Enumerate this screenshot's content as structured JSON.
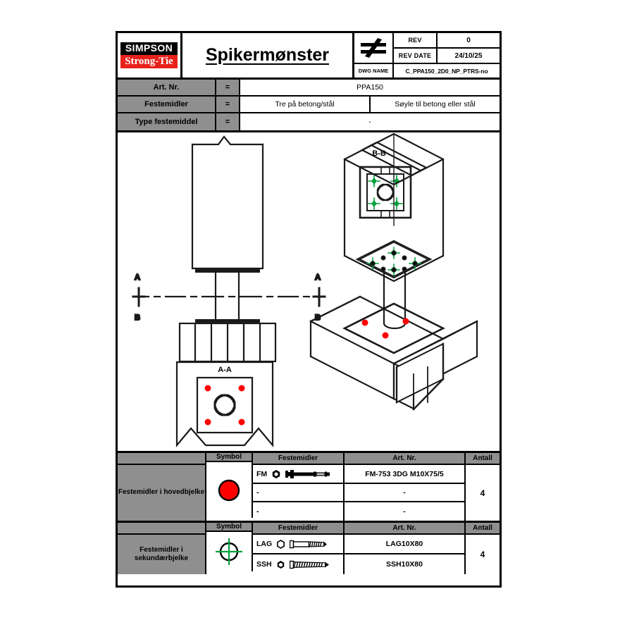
{
  "titleblock": {
    "logo_top": "SIMPSON",
    "logo_bottom": "Strong-Tie",
    "title": "Spikermønster",
    "symbol_icon": "not-equal-icon",
    "rev_label": "REV",
    "rev_value": "0",
    "rev_date_label": "REV DATE",
    "rev_date_value": "24/10/25",
    "dwg_name_label": "DWG NAME",
    "dwg_name_value": "C_PPA150_2D0_NP_PTRS-no"
  },
  "spec": {
    "equals": "=",
    "rows": [
      {
        "key": "Art. Nr.",
        "values": [
          "PPA150"
        ]
      },
      {
        "key": "Festemidler",
        "values": [
          "Tre på betong/stål",
          "Søyle til betong eller stål"
        ]
      },
      {
        "key": "Type festemiddel",
        "values": [
          "-"
        ]
      }
    ]
  },
  "drawing": {
    "view_bb_label": "B-B",
    "view_aa_label": "A-A",
    "section_a_left": "A",
    "section_a_right": "A",
    "section_b_left": "B",
    "section_b_right": "B",
    "colors": {
      "primary_fastener": "#ff0000",
      "secondary_fastener": "#00a03c",
      "line": "#1a1a1a"
    }
  },
  "tables": [
    {
      "desc": "Festemidler i hovedbjelke",
      "symbol": "red-filled-circle-icon",
      "symbol_color": "#ff0000",
      "headers": {
        "symbol": "Symbol",
        "fastener": "Festemidler",
        "art": "Art. Nr.",
        "qty": "Antall"
      },
      "qty": "4",
      "rows": [
        {
          "code": "FM",
          "icon": "hex-bolt-icon",
          "art": "FM-753 3DG M10X75/5"
        },
        {
          "code": "-",
          "icon": "",
          "art": "-"
        },
        {
          "code": "-",
          "icon": "",
          "art": "-"
        }
      ]
    },
    {
      "desc": "Festemidler i sekundærbjelke",
      "symbol": "green-crosshair-circle-icon",
      "symbol_color": "#00a03c",
      "headers": {
        "symbol": "Symbol",
        "fastener": "Festemidler",
        "art": "Art. Nr.",
        "qty": "Antall"
      },
      "qty": "4",
      "rows": [
        {
          "code": "LAG",
          "icon": "hex-head-lag-screw-icon",
          "art": "LAG10X80"
        },
        {
          "code": "SSH",
          "icon": "hex-head-structural-screw-icon",
          "art": "SSH10X80"
        }
      ]
    }
  ]
}
